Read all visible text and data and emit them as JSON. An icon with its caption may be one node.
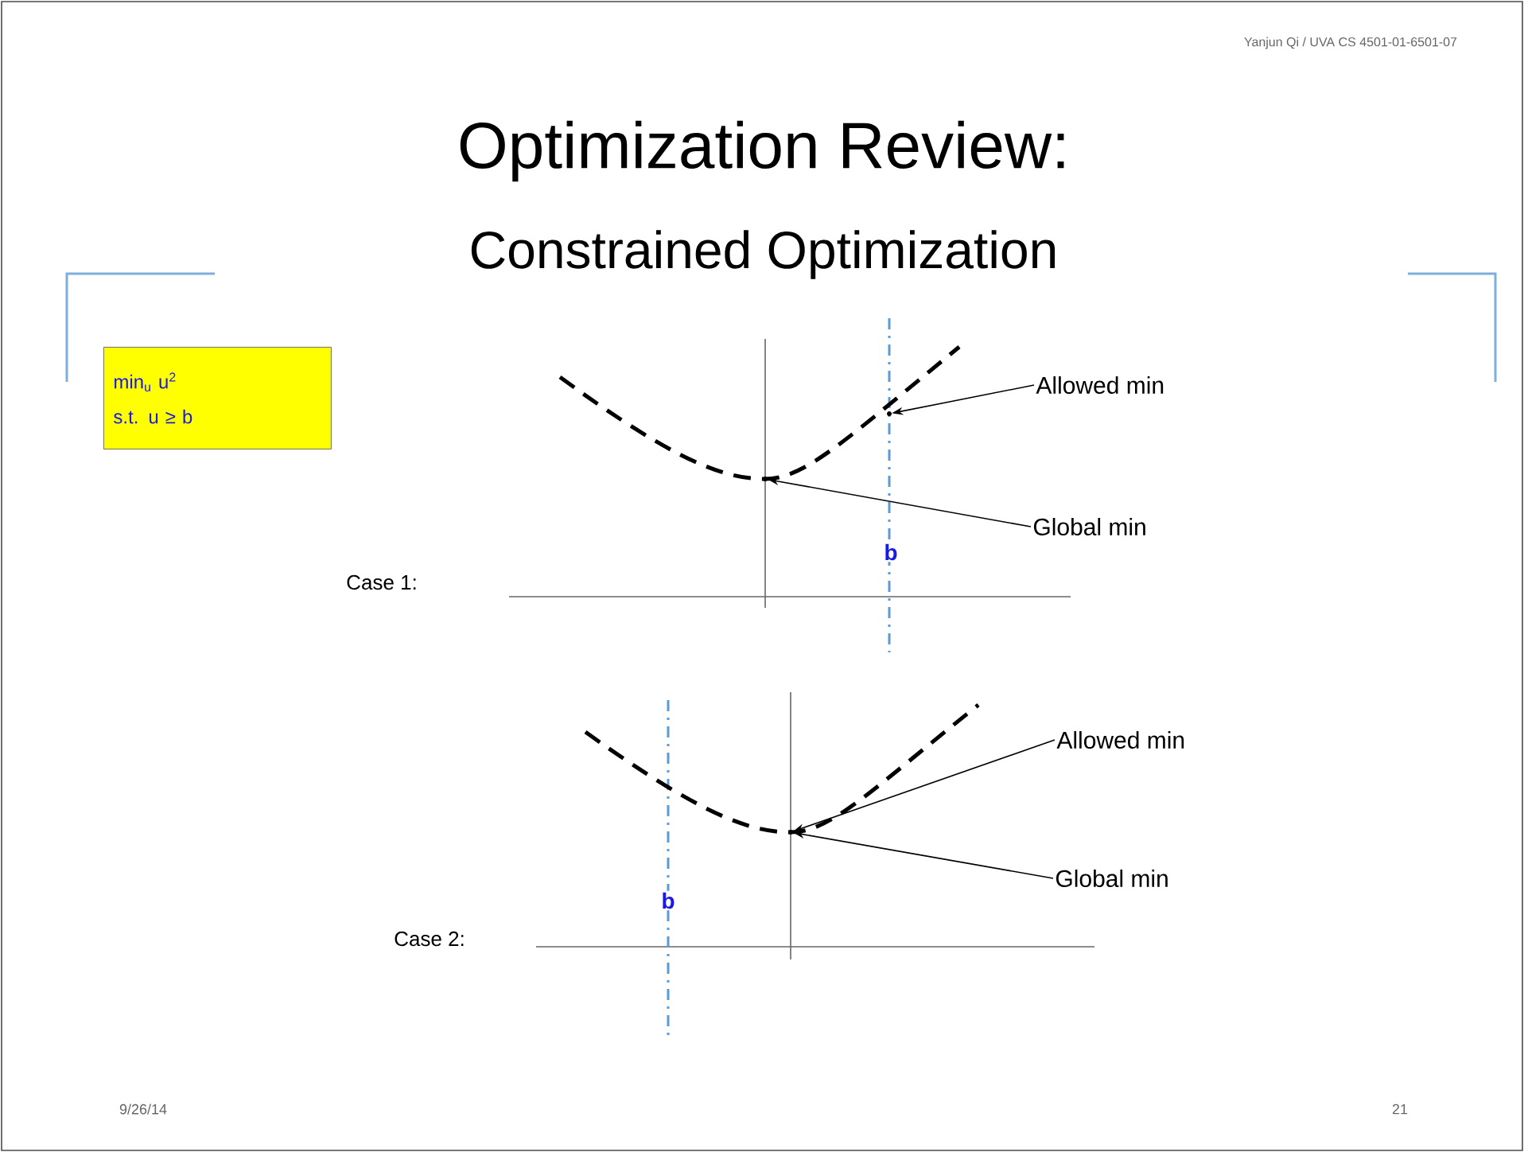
{
  "diagram": {
    "title": "Optimization Review:",
    "nodes": [
      {
        "text": [
          "min$_{u}$ u$^{2}$",
          "s.t. u ≥ b"
        ]
      },
      {
        "text": [
          "Allowed min"
        ]
      },
      {
        "text": [
          "Global min"
        ]
      },
      {
        "text": [
          "Allowed min"
        ]
      },
      {
        "text": [
          "Global min"
        ]
      },
      {
        "text": [],
        "shape": "circle"
      },
      {
        "text": [],
        "shape": "circle"
      },
      {
        "text": [],
        "shape": "circle"
      }
    ],
    "edges": [
      {
        "from": 1,
        "to": 5,
        "arrow": "to"
      },
      {
        "from": 2,
        "to": 6,
        "arrow": "to"
      },
      {
        "from": 3,
        "to": 7,
        "arrow": "to"
      },
      {
        "from": 4,
        "to": 7,
        "arrow": "to"
      }
    ],
    "labels": [
      "Yanjun Qi / UVA CS 4501-01-6501-07",
      "Constrained Optimization",
      "Case 1:",
      "b",
      "Case 2:",
      "b",
      "9/26/14",
      "21"
    ]
  }
}
